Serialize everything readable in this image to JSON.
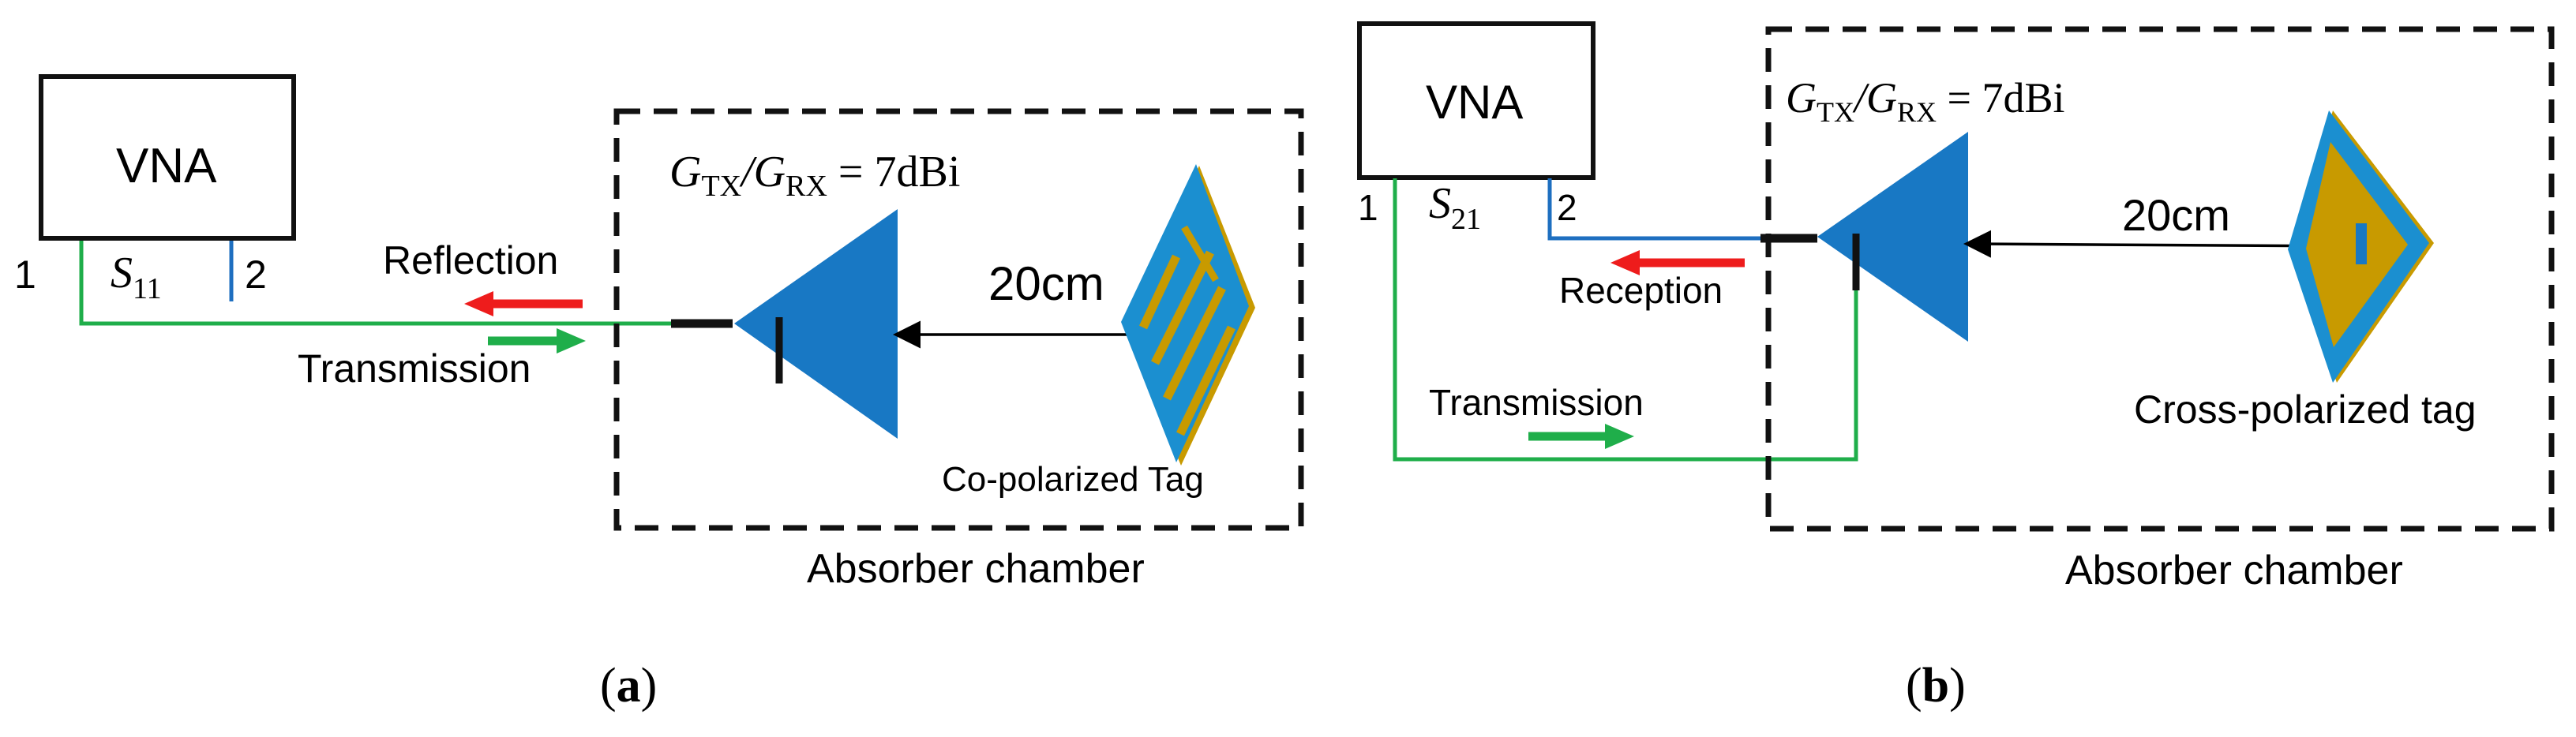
{
  "panel_a": {
    "vna_label": "VNA",
    "port1": "1",
    "port2": "2",
    "s_param": {
      "base": "S",
      "sub": "11"
    },
    "reflection": "Reflection",
    "transmission": "Transmission",
    "gain_label": {
      "g1": "G",
      "sub1": "TX",
      "slash": "/G",
      "sub2": "RX",
      "value": " = 7dBi"
    },
    "distance": "20cm",
    "tag_label": "Co-polarized Tag",
    "chamber_label": "Absorber chamber",
    "caption": {
      "open": "(",
      "letter": "a",
      "close": ")"
    }
  },
  "panel_b": {
    "vna_label": "VNA",
    "port1": "1",
    "port2": "2",
    "s_param": {
      "base": "S",
      "sub": "21"
    },
    "reception": "Reception",
    "transmission": "Transmission",
    "gain_label": {
      "g1": "G",
      "sub1": "TX",
      "slash": "/G",
      "sub2": "RX",
      "value": " = 7dBi"
    },
    "distance": "20cm",
    "tag_label": "Cross-polarized tag",
    "chamber_label": "Absorber chamber",
    "caption": {
      "open": "(",
      "letter": "b",
      "close": ")"
    }
  },
  "colors": {
    "antenna_blue": "#1878c4",
    "tag_gold": "#c89a00",
    "green_line": "#1fae4a",
    "blue_line": "#1e6fc0",
    "red_arrow": "#ee1c1c"
  }
}
